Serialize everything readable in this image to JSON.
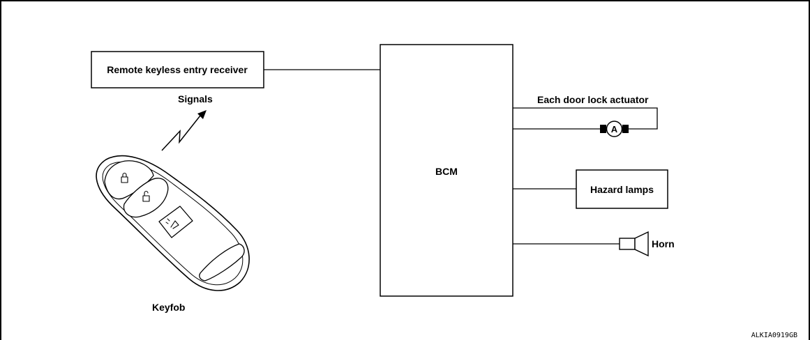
{
  "diagram": {
    "receiver_label": "Remote keyless entry receiver",
    "signals_label": "Signals",
    "keyfob_label": "Keyfob",
    "bcm_label": "BCM",
    "door_actuator_label": "Each door lock actuator",
    "actuator_symbol_letter": "A",
    "hazard_label": "Hazard lamps",
    "horn_label": "Horn",
    "figure_code": "ALKIA0919GB"
  }
}
